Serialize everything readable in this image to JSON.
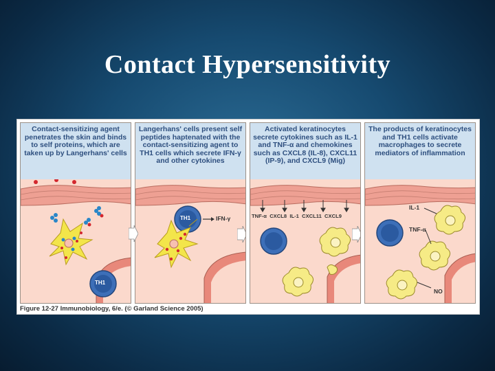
{
  "slide": {
    "title": "Contact Hypersensitivity"
  },
  "figure": {
    "caption": "Figure 12-27 Immunobiology, 6/e. (© Garland Science 2005)",
    "panels": [
      {
        "text": "Contact-sensitizing agent penetrates the skin and binds to self proteins, which are taken up by Langerhans' cells"
      },
      {
        "text": "Langerhans' cells present self peptides haptenated with the contact-sensitizing agent to TH1 cells which secrete IFN-γ and other cytokines",
        "labels": {
          "th1": "TH1",
          "ifn": "IFN-γ"
        }
      },
      {
        "text": "Activated keratinocytes secrete cytokines such as IL-1 and TNF-α and chemokines such as CXCL8 (IL-8), CXCL11 (IP-9), and CXCL9 (Mig)",
        "labels": {
          "tnf": "TNF-α",
          "cxcl8": "CXCL8",
          "il1": "IL-1",
          "cxcl11": "CXCL11",
          "cxcl9": "CXCL9"
        }
      },
      {
        "text": "The products of keratinocytes and TH1 cells activate macrophages to secrete mediators of inflammation",
        "labels": {
          "il1": "IL-1",
          "tnf": "TNF-α",
          "no": "NO"
        }
      }
    ],
    "panel1_labels": {
      "th1": "TH1"
    }
  },
  "colors": {
    "epidermis": "#f0a99a",
    "dermis": "#fbd9cc",
    "caption_bg": "#cfe1f0",
    "caption_text": "#2e4f7f",
    "th1_cell": "#3d6fb8",
    "langerhans": "#f3e54a",
    "macrophage": "#f6eb86"
  }
}
